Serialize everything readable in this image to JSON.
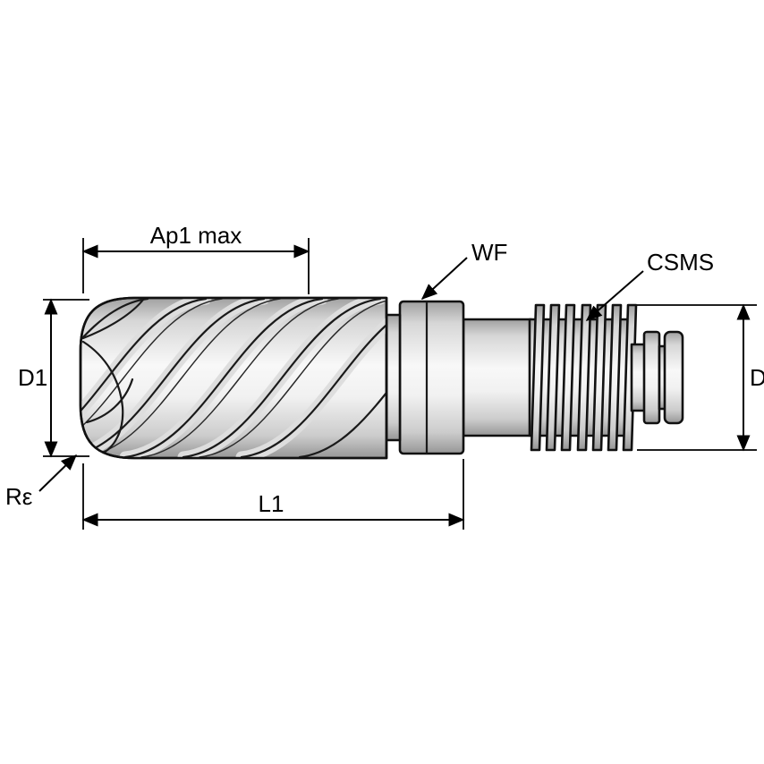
{
  "diagram": {
    "type": "technical-drawing",
    "subject": "modular end mill with fluted cutter head and threaded shank connection",
    "labels": {
      "ap1_max": "Ap1 max",
      "wf": "WF",
      "csms": "CSMS",
      "d1": "D1",
      "d": "D",
      "corner_radius": "Rε",
      "l1": "L1"
    },
    "colors": {
      "line": "#000000",
      "background": "#ffffff",
      "fill_highlight": "#f8f8f8",
      "fill_shadow": "#a0a0a0"
    }
  }
}
